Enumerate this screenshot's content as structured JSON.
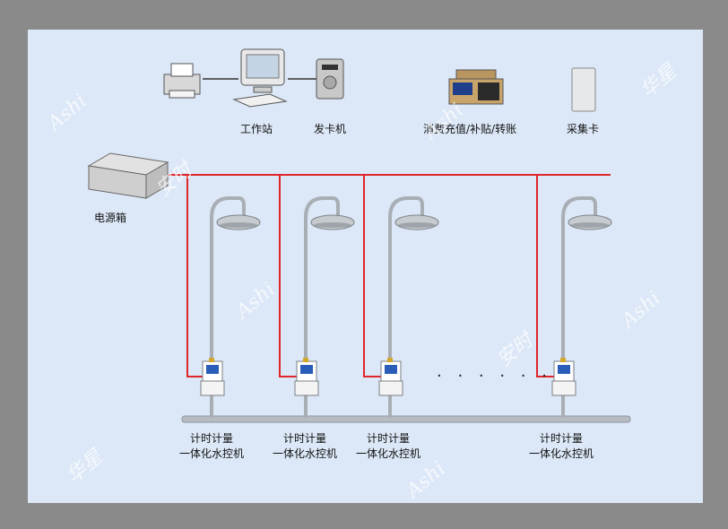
{
  "labels": {
    "workstation": "工作站",
    "card_issuer": "发卡机",
    "consumption": "消费充值/补贴/转账",
    "collection_card": "采集卡",
    "power_box": "电源箱"
  },
  "controller_label": {
    "line1": "计时计量",
    "line2": "一体化水控机"
  },
  "controllers": [
    {
      "line1": "计时计量",
      "line2": "一体化水控机"
    },
    {
      "line1": "计时计量",
      "line2": "一体化水控机"
    },
    {
      "line1": "计时计量",
      "line2": "一体化水控机"
    },
    {
      "line1": "计时计量",
      "line2": "一体化水控机"
    }
  ],
  "ellipsis": "· · · · · ·",
  "watermark": {
    "text_latin": "Ashi",
    "text_cn": "安时",
    "text_cn2": "华星"
  },
  "colors": {
    "wire": "#e0252b",
    "pipe": "#b7bcc3",
    "background": "#dce8f7",
    "frame": "#8a8a8a"
  }
}
